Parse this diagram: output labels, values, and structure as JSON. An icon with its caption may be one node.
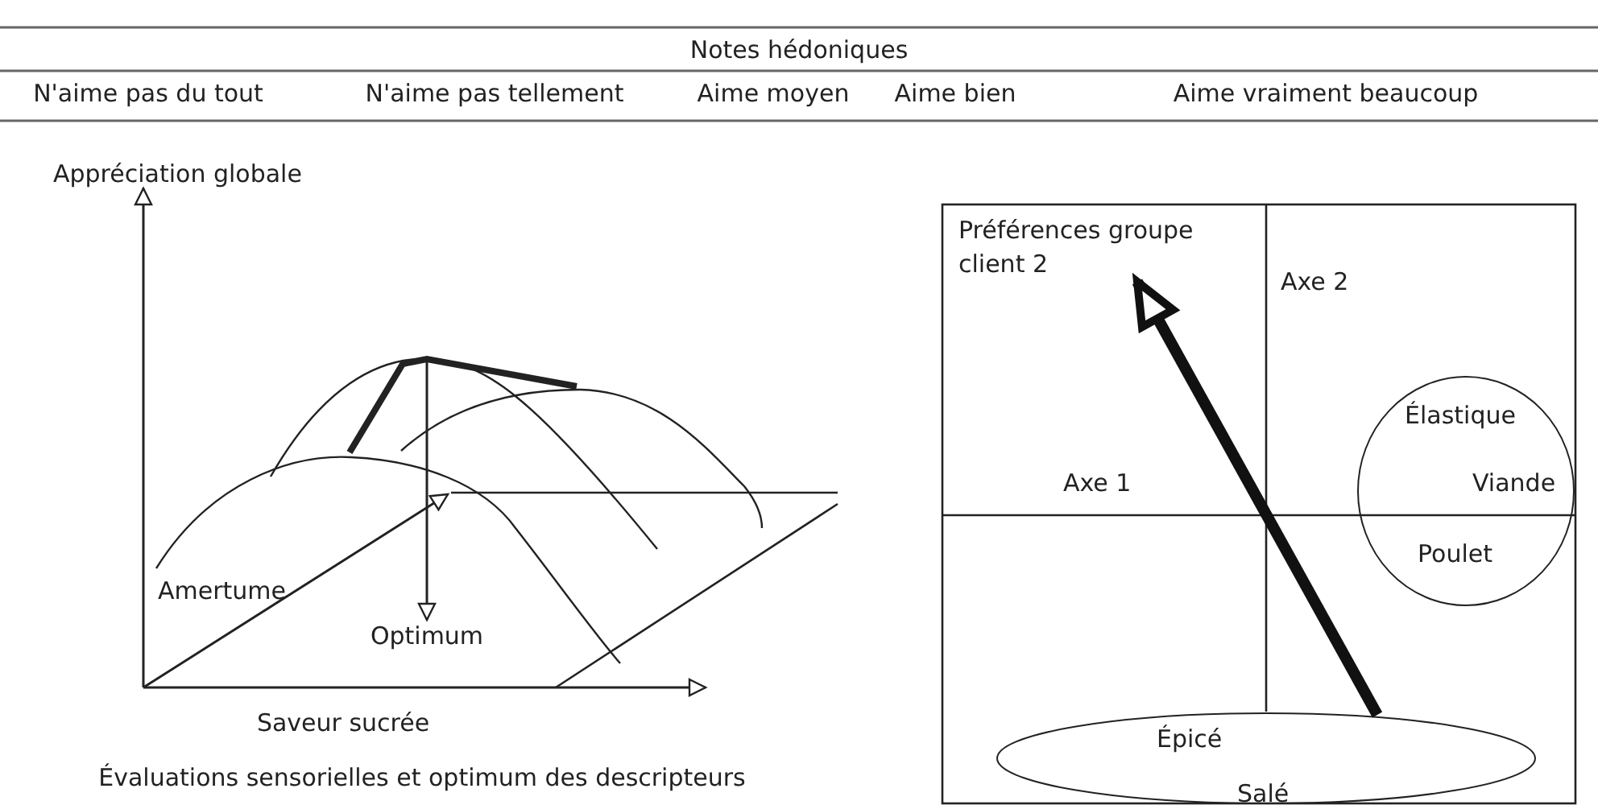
{
  "diagram": {
    "nodes": [
      {
        "text": [
          "Préférences groupe client 2"
        ]
      },
      {
        "text": [
          "Élastique",
          "Viande",
          "Poulet"
        ]
      },
      {
        "text": [
          "Épicé",
          "Salé"
        ]
      },
      {
        "text": [
          "Optimum"
        ]
      }
    ],
    "edges": [
      {
        "from": 2,
        "to": 0,
        "arrow": "to",
        "style": "thick"
      },
      {
        "from": null,
        "to": 3,
        "arrow": "to"
      }
    ],
    "labels": [
      "Notes hédoniques",
      "N'aime pas du tout",
      "N'aime pas tellement",
      "Aime moyen",
      "Aime bien",
      "Aime vraiment beaucoup",
      "Appréciation globale",
      "Axe 2",
      "Axe 1",
      "Amertume",
      "Saveur sucrée",
      "Évaluations sensorielles et optimum des descripteurs"
    ]
  }
}
